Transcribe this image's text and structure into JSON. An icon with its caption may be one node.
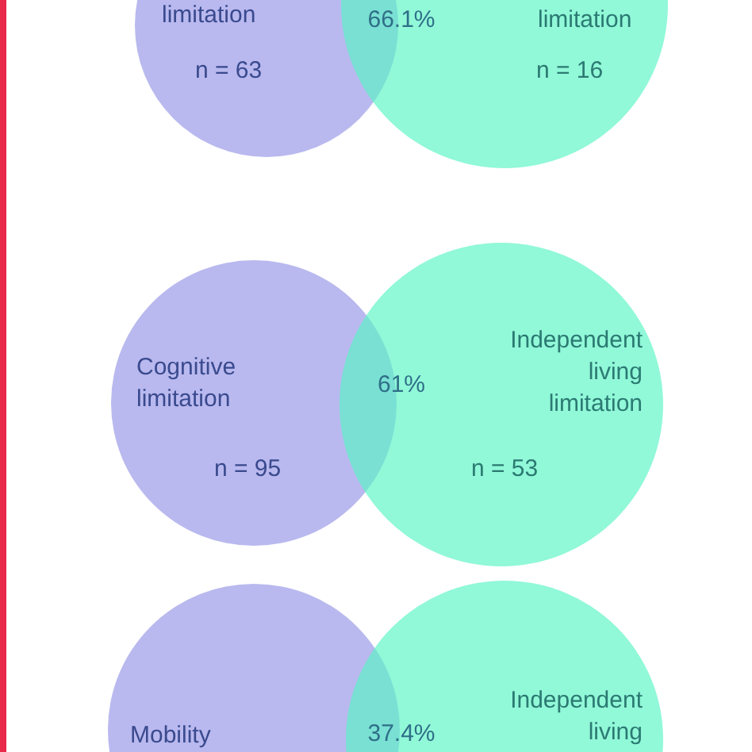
{
  "diagram": {
    "nodes": [
      {
        "text": [
          "limitation",
          "n = 63"
        ]
      },
      {
        "text": [
          "limitation",
          "n = 16"
        ]
      },
      {
        "text": [
          "Cognitive limitation",
          "n = 95"
        ]
      },
      {
        "text": [
          "Independent living limitation",
          "n = 53"
        ]
      },
      {
        "text": [
          "Mobility"
        ]
      },
      {
        "text": [
          "Independent living"
        ]
      }
    ],
    "edges": [],
    "labels": [
      "66.1%",
      "61%",
      "37.4%"
    ]
  }
}
